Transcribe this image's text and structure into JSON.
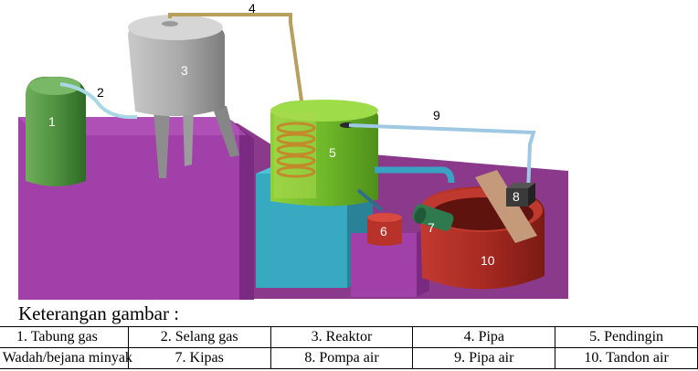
{
  "diagram": {
    "callouts": [
      "1",
      "2",
      "3",
      "4",
      "5",
      "6",
      "7",
      "8",
      "9",
      "10"
    ]
  },
  "caption": "Keterangan gambar :",
  "legend": [
    [
      "1. Tabung gas",
      "2. Selang gas",
      "3. Reaktor",
      "4. Pipa",
      "5. Pendingin"
    ],
    [
      "6. Wadah/bejana minyak",
      "7. Kipas",
      "8. Pompa air",
      "9. Pipa air",
      "10. Tandon air"
    ]
  ]
}
